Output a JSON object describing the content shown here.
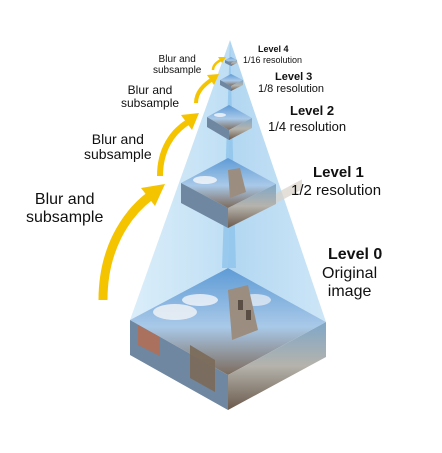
{
  "levels": [
    {
      "title": "Level 0",
      "description": "Original\nimage"
    },
    {
      "title": "Level 1",
      "description": "1/2 resolution"
    },
    {
      "title": "Level 2",
      "description": "1/4 resolution"
    },
    {
      "title": "Level 3",
      "description": "1/8 resolution"
    },
    {
      "title": "Level 4",
      "description": "1/16 resolution"
    }
  ],
  "steps": [
    {
      "label": "Blur and\nsubsample"
    },
    {
      "label": "Blur and\nsubsample"
    },
    {
      "label": "Blur and\nsubsample"
    },
    {
      "label": "Blur and\nsubsample"
    }
  ],
  "colors": {
    "pyramid_face_light": "#cde6f6",
    "pyramid_face_dark": "#a6d0ef",
    "arrow": "#f5c400",
    "sky": "#6fa6d8",
    "cloud": "#eef2f6",
    "building": "#8a7b6e"
  }
}
